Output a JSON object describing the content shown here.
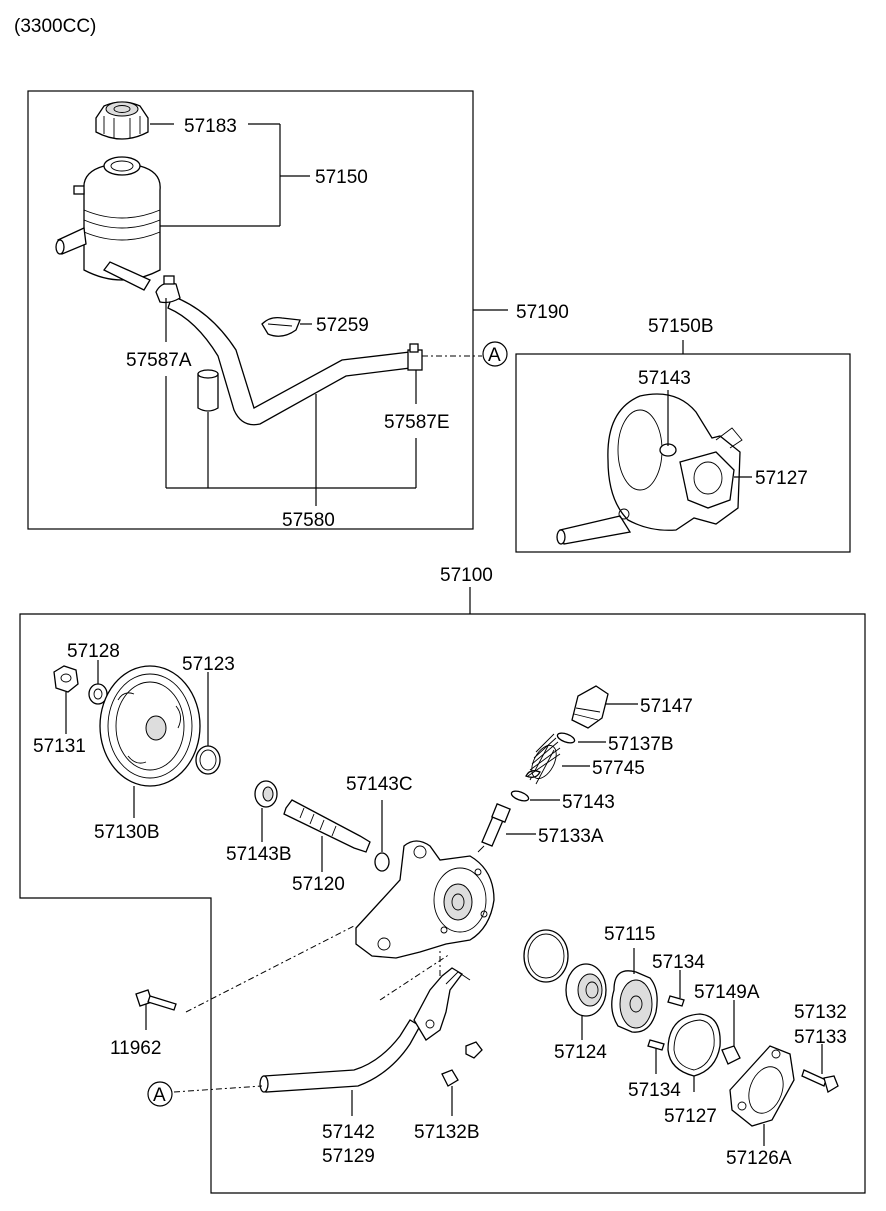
{
  "engine": "(3300CC)",
  "labels": {
    "l57183": "57183",
    "l57150": "57150",
    "l57190": "57190",
    "l57259": "57259",
    "l57587A": "57587A",
    "l57587E": "57587E",
    "l57580": "57580",
    "l57150B": "57150B",
    "l57143top": "57143",
    "l57127top": "57127",
    "l57100": "57100",
    "l57128": "57128",
    "l57123": "57123",
    "l57131": "57131",
    "l57130B": "57130B",
    "l57147": "57147",
    "l57137B": "57137B",
    "l57745": "57745",
    "l57143C": "57143C",
    "l57143mid": "57143",
    "l57133A": "57133A",
    "l57143B": "57143B",
    "l57120": "57120",
    "l57115": "57115",
    "l57134a": "57134",
    "l57149A": "57149A",
    "l57132": "57132",
    "l57133": "57133",
    "l57124": "57124",
    "l57134b": "57134",
    "l57127bot": "57127",
    "l57126A": "57126A",
    "l11962": "11962",
    "l57142": "57142",
    "l57129": "57129",
    "l57132B": "57132B"
  },
  "ref_markers": {
    "top": "A",
    "bottom": "A"
  }
}
